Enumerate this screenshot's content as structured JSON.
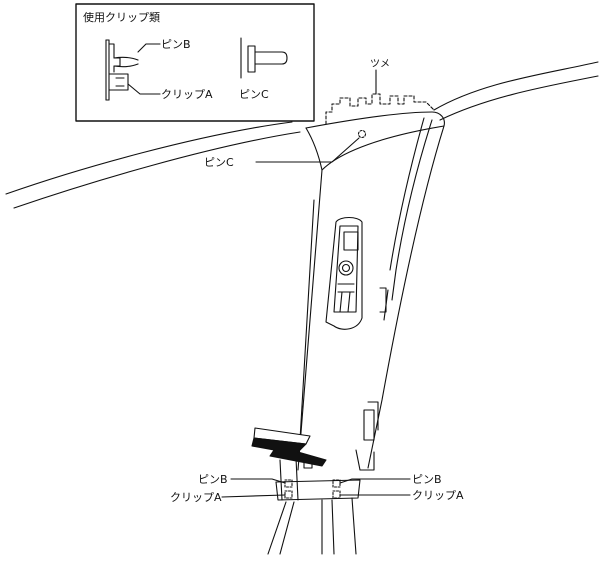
{
  "inset": {
    "title": "使用クリップ類",
    "pin_b_label": "ピンB",
    "clip_a_label": "クリップA",
    "pin_c_label": "ピンC"
  },
  "callouts": {
    "tsume": "ツメ",
    "pin_c": "ピンC",
    "pin_b_left": "ピンB",
    "clip_a_left": "クリップA",
    "pin_b_right": "ピンB",
    "clip_a_right": "クリップA"
  },
  "colors": {
    "line": "#111111",
    "background": "#ffffff"
  }
}
